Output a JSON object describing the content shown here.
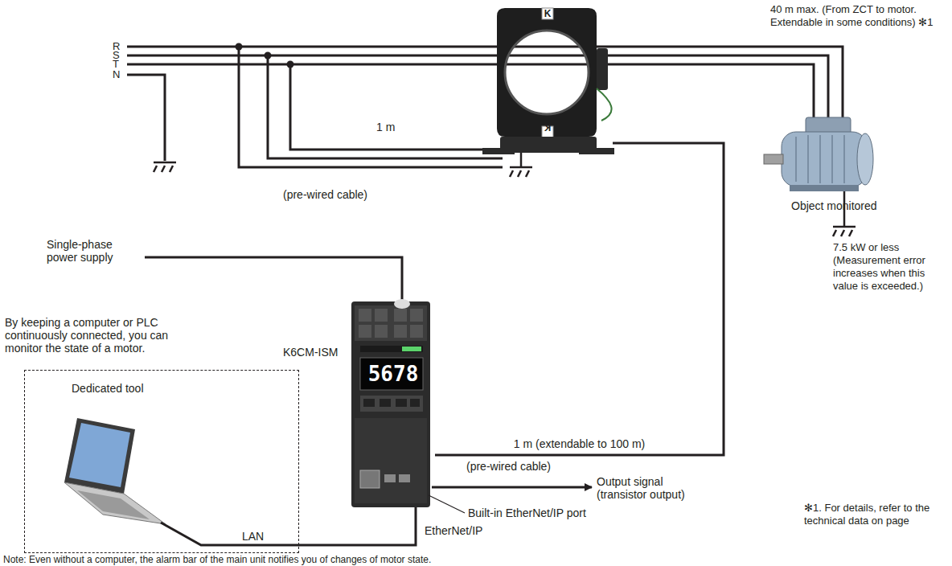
{
  "diagram": {
    "nodes": [
      {
        "text": [
          "K",
          "K"
        ]
      },
      {
        "text": [
          "5678"
        ]
      },
      {
        "text": [
          "Dedicated tool",
          "LAN"
        ]
      }
    ],
    "edges": [
      {
        "from": 0,
        "to": 1,
        "arrow": "none",
        "label": "1 m (extendable to 100 m)"
      },
      {
        "from": 2,
        "to": 1,
        "arrow": "none",
        "label": "EtherNet/IP"
      }
    ],
    "labels": [
      "R",
      "S",
      "T",
      "N",
      "40 m max. (From ZCT to motor. Extendable in some conditions) ✻1",
      "1 m",
      "(pre-wired cable)",
      "Object monitored",
      "7.5 kW or less (Measurement error increases when this value is exceeded.)",
      "Single-phase power supply",
      "By keeping a computer or PLC continuously connected, you can monitor the state of a motor.",
      "K6CM-ISM",
      "(pre-wired cable)",
      "Output signal (transistor output)",
      "Built-in EtherNet/IP port",
      "✻1. For details, refer to the technical data on page",
      "Note: Even without a computer, the alarm bar of the main unit notifies you of changes of motor state."
    ]
  }
}
